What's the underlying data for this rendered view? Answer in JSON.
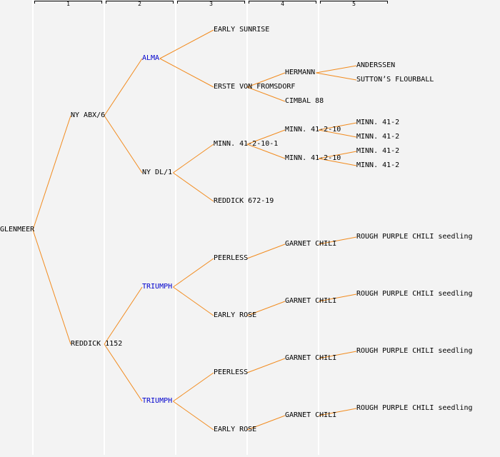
{
  "columns": [
    "1",
    "2",
    "3",
    "4",
    "5"
  ],
  "colors": {
    "link": "#f28b1e",
    "highlight": "#0000cc",
    "text": "#000000",
    "background": "#f3f3f3"
  },
  "tree": {
    "id": "n0",
    "label": "GLENMEER",
    "level": 0,
    "row": 15.5,
    "children": [
      {
        "id": "n1",
        "label": "NY ABX/6",
        "level": 1,
        "row": 7.5,
        "children": [
          {
            "id": "n2",
            "label": "ALMA",
            "level": 2,
            "row": 3.5,
            "highlight": true,
            "children": [
              {
                "id": "n3",
                "label": "EARLY SUNRISE",
                "level": 3,
                "row": 1.5
              },
              {
                "id": "n4",
                "label": "ERSTE VON FROMSDORF",
                "level": 3,
                "row": 5.5,
                "children": [
                  {
                    "id": "n5",
                    "label": "HERMANN",
                    "level": 4,
                    "row": 4.5,
                    "children": [
                      {
                        "id": "n6",
                        "label": "ANDERSSEN",
                        "level": 5,
                        "row": 4
                      },
                      {
                        "id": "n7",
                        "label": "SUTTON’S FLOURBALL",
                        "level": 5,
                        "row": 5
                      }
                    ]
                  },
                  {
                    "id": "n8",
                    "label": "CIMBAL 88",
                    "level": 4,
                    "row": 6.5
                  }
                ]
              }
            ]
          },
          {
            "id": "n9",
            "label": "NY DL/1",
            "level": 2,
            "row": 11.5,
            "children": [
              {
                "id": "n10",
                "label": "MINN. 41-2-10-1",
                "level": 3,
                "row": 9.5,
                "children": [
                  {
                    "id": "n11",
                    "label": "MINN. 41-2-10",
                    "level": 4,
                    "row": 8.5,
                    "children": [
                      {
                        "id": "n12",
                        "label": "MINN. 41-2",
                        "level": 5,
                        "row": 8
                      },
                      {
                        "id": "n13",
                        "label": "MINN. 41-2",
                        "level": 5,
                        "row": 9
                      }
                    ]
                  },
                  {
                    "id": "n14",
                    "label": "MINN. 41-2-10",
                    "level": 4,
                    "row": 10.5,
                    "children": [
                      {
                        "id": "n15",
                        "label": "MINN. 41-2",
                        "level": 5,
                        "row": 10
                      },
                      {
                        "id": "n16",
                        "label": "MINN. 41-2",
                        "level": 5,
                        "row": 11
                      }
                    ]
                  }
                ]
              },
              {
                "id": "n17",
                "label": "REDDICK 672-19",
                "level": 3,
                "row": 13.5
              }
            ]
          }
        ]
      },
      {
        "id": "n18",
        "label": "REDDICK 1152",
        "level": 1,
        "row": 23.5,
        "children": [
          {
            "id": "n19",
            "label": "TRIUMPH",
            "level": 2,
            "row": 19.5,
            "highlight": true,
            "children": [
              {
                "id": "n20",
                "label": "PEERLESS",
                "level": 3,
                "row": 17.5,
                "children": [
                  {
                    "id": "n21",
                    "label": "GARNET CHILI",
                    "level": 4,
                    "row": 16.5,
                    "children": [
                      {
                        "id": "n22",
                        "label": "ROUGH PURPLE CHILI seedling",
                        "level": 5,
                        "row": 16
                      }
                    ]
                  }
                ]
              },
              {
                "id": "n23",
                "label": "EARLY ROSE",
                "level": 3,
                "row": 21.5,
                "children": [
                  {
                    "id": "n24",
                    "label": "GARNET CHILI",
                    "level": 4,
                    "row": 20.5,
                    "children": [
                      {
                        "id": "n25",
                        "label": "ROUGH PURPLE CHILI seedling",
                        "level": 5,
                        "row": 20
                      }
                    ]
                  }
                ]
              }
            ]
          },
          {
            "id": "n26",
            "label": "TRIUMPH",
            "level": 2,
            "row": 27.5,
            "highlight": true,
            "children": [
              {
                "id": "n27",
                "label": "PEERLESS",
                "level": 3,
                "row": 25.5,
                "children": [
                  {
                    "id": "n28",
                    "label": "GARNET CHILI",
                    "level": 4,
                    "row": 24.5,
                    "children": [
                      {
                        "id": "n29",
                        "label": "ROUGH PURPLE CHILI seedling",
                        "level": 5,
                        "row": 24
                      }
                    ]
                  }
                ]
              },
              {
                "id": "n30",
                "label": "EARLY ROSE",
                "level": 3,
                "row": 29.5,
                "children": [
                  {
                    "id": "n31",
                    "label": "GARNET CHILI",
                    "level": 4,
                    "row": 28.5,
                    "children": [
                      {
                        "id": "n32",
                        "label": "ROUGH PURPLE CHILI seedling",
                        "level": 5,
                        "row": 28
                      }
                    ]
                  }
                ]
              }
            ]
          }
        ]
      }
    ]
  }
}
